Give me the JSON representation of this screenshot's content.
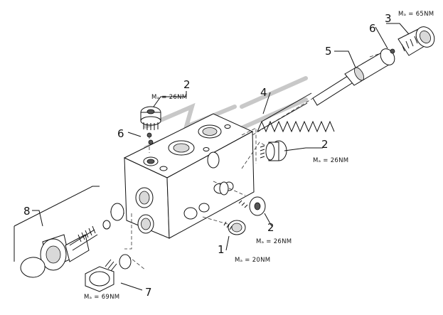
{
  "callouts": {
    "c1": "1",
    "c2a": "2",
    "c2b": "2",
    "c2c": "2",
    "c3": "3",
    "c4": "4",
    "c5": "5",
    "c6a": "6",
    "c6b": "6",
    "c7": "7",
    "c8": "8"
  },
  "torques": {
    "t_top_left": "Mₐ = 26NM",
    "t_right_plug": "Mₐ = 26NM",
    "t_lower_plug": "Mₐ = 26NM",
    "t_plug1": "Mₐ = 20NM",
    "t_plug7": "Mₐ = 69NM",
    "t_plug3": "Mₐ = 65NM"
  }
}
